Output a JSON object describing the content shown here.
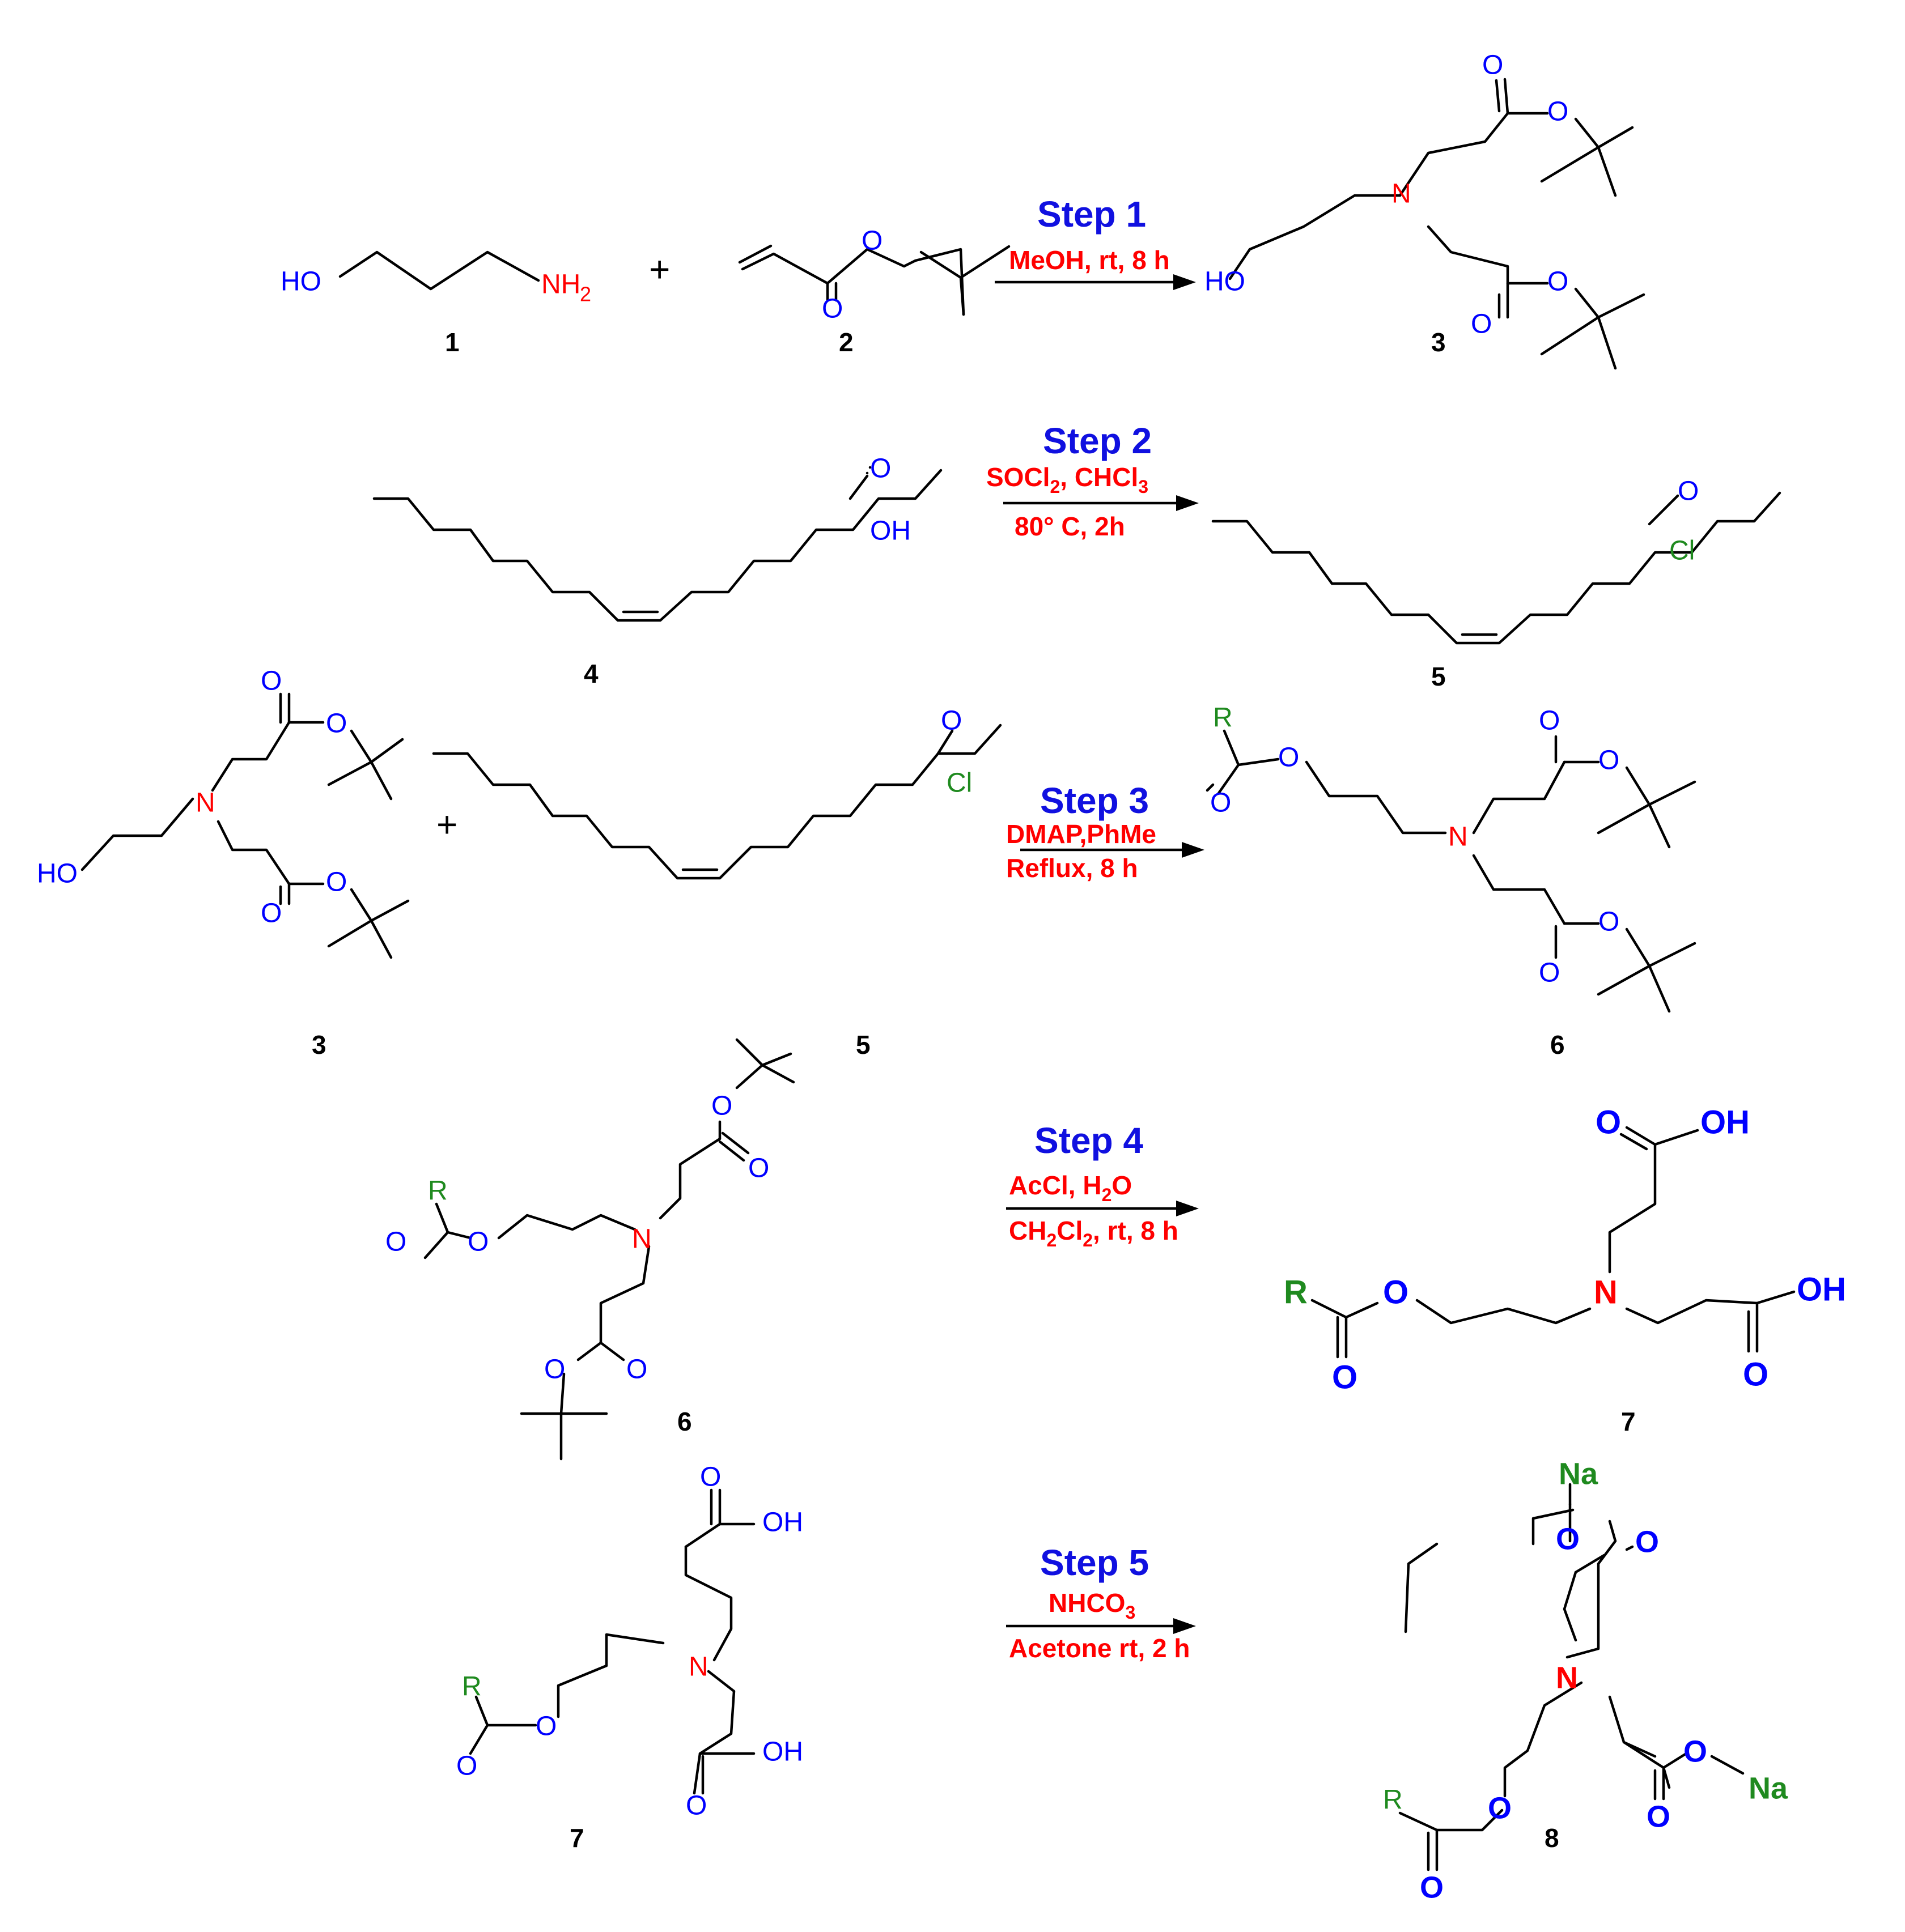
{
  "atoms": {
    "O": "O",
    "OH": "OH",
    "HO": "HO",
    "N": "N",
    "NH": "NH",
    "sub2": "2",
    "Cl": "Cl",
    "R": "R",
    "Na": "Na",
    "plus": "+"
  },
  "steps": [
    {
      "title": "Step 1",
      "line1": "MeOH, rt, 8 h",
      "line2": ""
    },
    {
      "title": "Step 2",
      "line1a": "SOCl",
      "line1b": "2",
      "line1c": ", CHCl",
      "line1d": "3",
      "line2": "80° C, 2h"
    },
    {
      "title": "Step 3",
      "line1": "DMAP,PhMe",
      "line2": "Reflux, 8 h"
    },
    {
      "title": "Step 4",
      "line1a": "AcCl, H",
      "line1b": "2",
      "line1c": "O",
      "line2a": "CH",
      "line2b": "2",
      "line2c": "Cl",
      "line2d": "2",
      "line2e": ", rt, 8 h"
    },
    {
      "title": "Step 5",
      "line1a": "NHCO",
      "line1b": "3",
      "line2": "Acetone rt, 2 h"
    }
  ],
  "compound_numbers": {
    "c1": "1",
    "c2": "2",
    "c3a": "3",
    "c4": "4",
    "c5a": "5",
    "c3b": "3",
    "c5b": "5",
    "c6a": "6",
    "c6b": "6",
    "c7a": "7",
    "c7b": "7",
    "c8": "8"
  },
  "colors": {
    "heteroatom": "#0000ff",
    "nitrogen": "#ff0000",
    "reagent": "#ff0000",
    "step": "#1010e0",
    "R_group": "#1f8a1f"
  }
}
